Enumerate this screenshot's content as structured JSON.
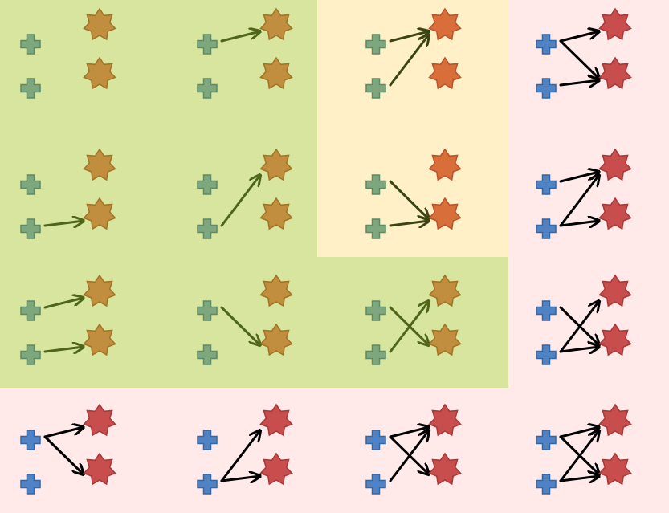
{
  "colors": {
    "region_green": "#d8e59f",
    "region_yellow": "#fff0c8",
    "region_pink": "#ffe9e9",
    "cross_green": "#7ea77e",
    "cross_green_edge": "#5c8a66",
    "cross_blue": "#4f83c4",
    "cross_blue_edge": "#3366a5",
    "star_brown": "#c18d3e",
    "star_brown_edge": "#a17325",
    "star_orange": "#d86f3a",
    "star_orange_edge": "#b8522a",
    "star_red": "#c84d4d",
    "star_red_edge": "#a83737",
    "arrow_olive": "#4d6619",
    "arrow_dark": "#3a4513",
    "arrow_black": "#000000"
  },
  "icons": {
    "source": "cross-icon",
    "target": "star-icon",
    "edge": "arrow-icon"
  },
  "grid": {
    "rows": 4,
    "cols": 4
  },
  "panels": [
    {
      "row": 0,
      "col": 0,
      "region": "green",
      "style": "green",
      "edges": []
    },
    {
      "row": 0,
      "col": 1,
      "region": "green",
      "style": "green",
      "edges": [
        [
          0,
          0
        ]
      ]
    },
    {
      "row": 0,
      "col": 2,
      "region": "yellow",
      "style": "orange",
      "edges": [
        [
          0,
          0
        ],
        [
          1,
          0
        ]
      ]
    },
    {
      "row": 0,
      "col": 3,
      "region": "pink",
      "style": "red",
      "edges": [
        [
          0,
          0
        ],
        [
          0,
          1
        ],
        [
          1,
          1
        ]
      ]
    },
    {
      "row": 1,
      "col": 0,
      "region": "green",
      "style": "green",
      "edges": [
        [
          1,
          1
        ]
      ]
    },
    {
      "row": 1,
      "col": 1,
      "region": "green",
      "style": "green",
      "edges": [
        [
          1,
          0
        ]
      ]
    },
    {
      "row": 1,
      "col": 2,
      "region": "yellow",
      "style": "orange",
      "edges": [
        [
          0,
          1
        ],
        [
          1,
          1
        ]
      ]
    },
    {
      "row": 1,
      "col": 3,
      "region": "pink",
      "style": "red",
      "edges": [
        [
          0,
          0
        ],
        [
          1,
          0
        ],
        [
          1,
          1
        ]
      ]
    },
    {
      "row": 2,
      "col": 0,
      "region": "green",
      "style": "green",
      "edges": [
        [
          0,
          0
        ],
        [
          1,
          1
        ]
      ]
    },
    {
      "row": 2,
      "col": 1,
      "region": "green",
      "style": "green",
      "edges": [
        [
          0,
          1
        ]
      ]
    },
    {
      "row": 2,
      "col": 2,
      "region": "green",
      "style": "green",
      "edges": [
        [
          0,
          1
        ],
        [
          1,
          0
        ]
      ]
    },
    {
      "row": 2,
      "col": 3,
      "region": "pink",
      "style": "red",
      "edges": [
        [
          0,
          1
        ],
        [
          1,
          0
        ],
        [
          1,
          1
        ]
      ]
    },
    {
      "row": 3,
      "col": 0,
      "region": "pink",
      "style": "red",
      "edges": [
        [
          0,
          0
        ],
        [
          0,
          1
        ]
      ]
    },
    {
      "row": 3,
      "col": 1,
      "region": "pink",
      "style": "red",
      "edges": [
        [
          1,
          0
        ],
        [
          1,
          1
        ]
      ]
    },
    {
      "row": 3,
      "col": 2,
      "region": "pink",
      "style": "red",
      "edges": [
        [
          0,
          0
        ],
        [
          0,
          1
        ],
        [
          1,
          0
        ]
      ]
    },
    {
      "row": 3,
      "col": 3,
      "region": "pink",
      "style": "red",
      "edges": [
        [
          0,
          0
        ],
        [
          0,
          1
        ],
        [
          1,
          0
        ],
        [
          1,
          1
        ]
      ]
    }
  ]
}
